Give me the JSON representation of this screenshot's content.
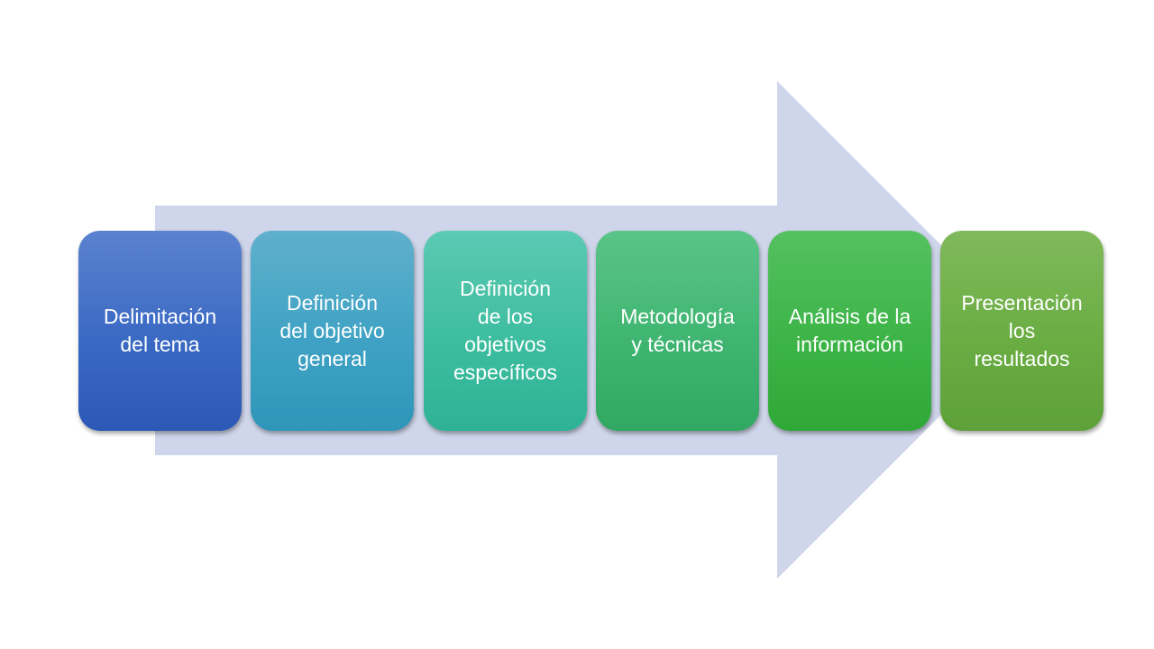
{
  "diagram": {
    "arrow_color": "#cfd5ea",
    "steps": [
      {
        "lines": [
          "Delimitación",
          "del tema"
        ]
      },
      {
        "lines": [
          "Definición",
          "del objetivo",
          "general"
        ]
      },
      {
        "lines": [
          "Definición",
          "de los",
          "objetivos",
          "específicos"
        ]
      },
      {
        "lines": [
          "Metodología",
          "y técnicas"
        ]
      },
      {
        "lines": [
          "Análisis de la",
          "información"
        ]
      },
      {
        "lines": [
          "Presentación",
          "los",
          "resultados"
        ]
      }
    ]
  }
}
